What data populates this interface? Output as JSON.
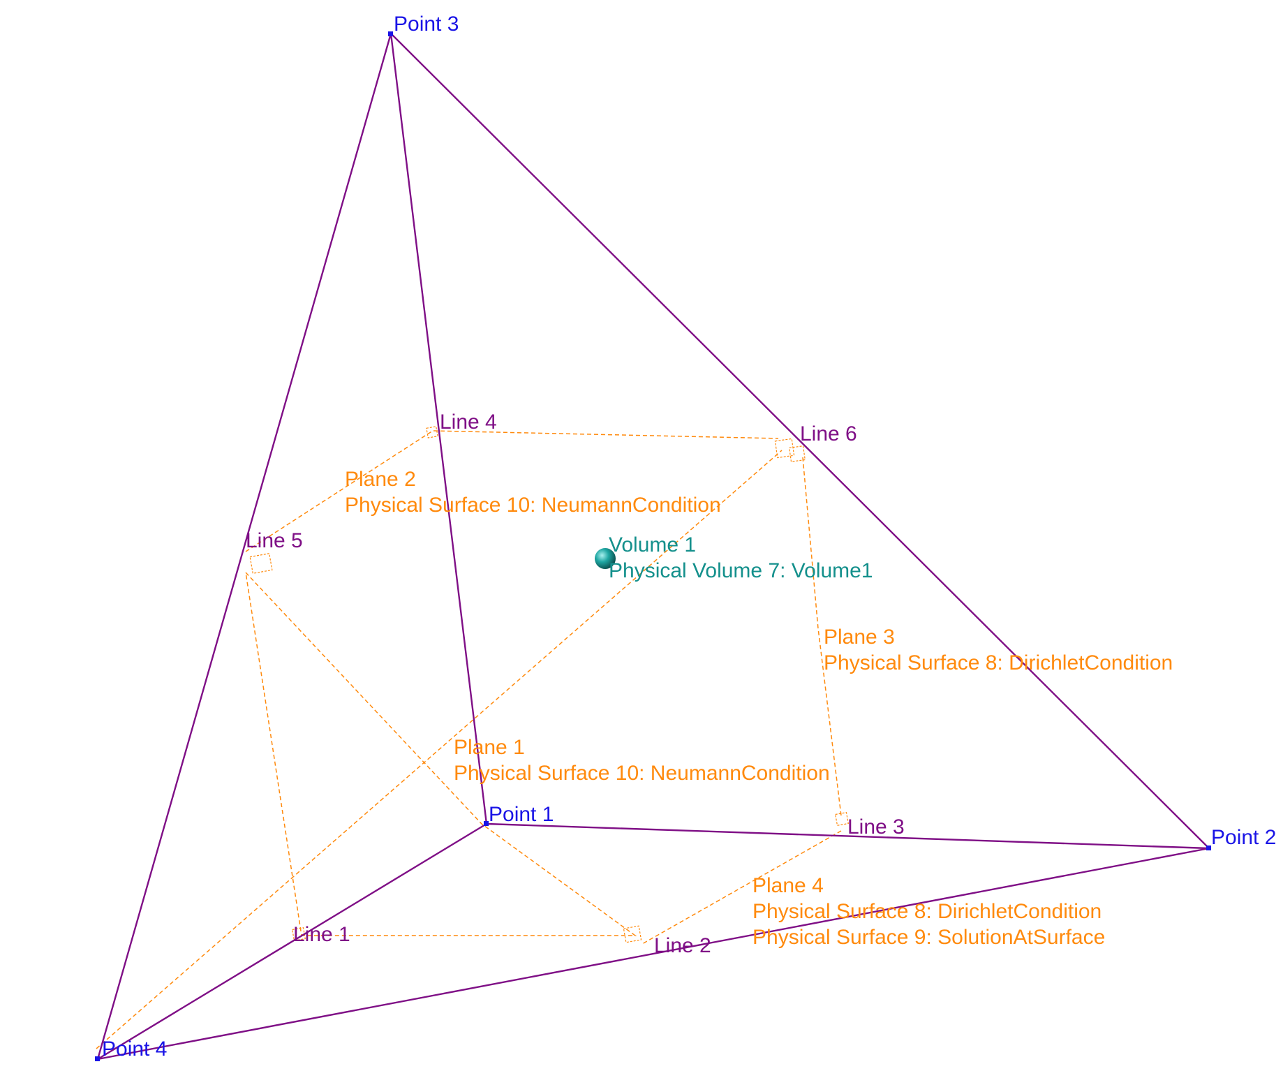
{
  "colors": {
    "point": "#1a14e6",
    "line": "#7f0f86",
    "plane": "#ff8a0d",
    "volume": "#14908c",
    "background": "#ffffff"
  },
  "points": [
    {
      "label": "Point 1"
    },
    {
      "label": "Point 2"
    },
    {
      "label": "Point 3"
    },
    {
      "label": "Point 4"
    }
  ],
  "lines": [
    {
      "label": "Line 1"
    },
    {
      "label": "Line 2"
    },
    {
      "label": "Line 3"
    },
    {
      "label": "Line 4"
    },
    {
      "label": "Line 5"
    },
    {
      "label": "Line 6"
    }
  ],
  "planes": [
    {
      "label": "Plane 1",
      "physical": [
        "Physical Surface 10: NeumannCondition"
      ]
    },
    {
      "label": "Plane 2",
      "physical": [
        "Physical Surface 10: NeumannCondition"
      ]
    },
    {
      "label": "Plane 3",
      "physical": [
        "Physical Surface 8: DirichletCondition"
      ]
    },
    {
      "label": "Plane 4",
      "physical": [
        "Physical Surface 8: DirichletCondition",
        "Physical Surface 9: SolutionAtSurface"
      ]
    }
  ],
  "volume": {
    "label": "Volume 1",
    "physical": "Physical Volume 7: Volume1"
  }
}
